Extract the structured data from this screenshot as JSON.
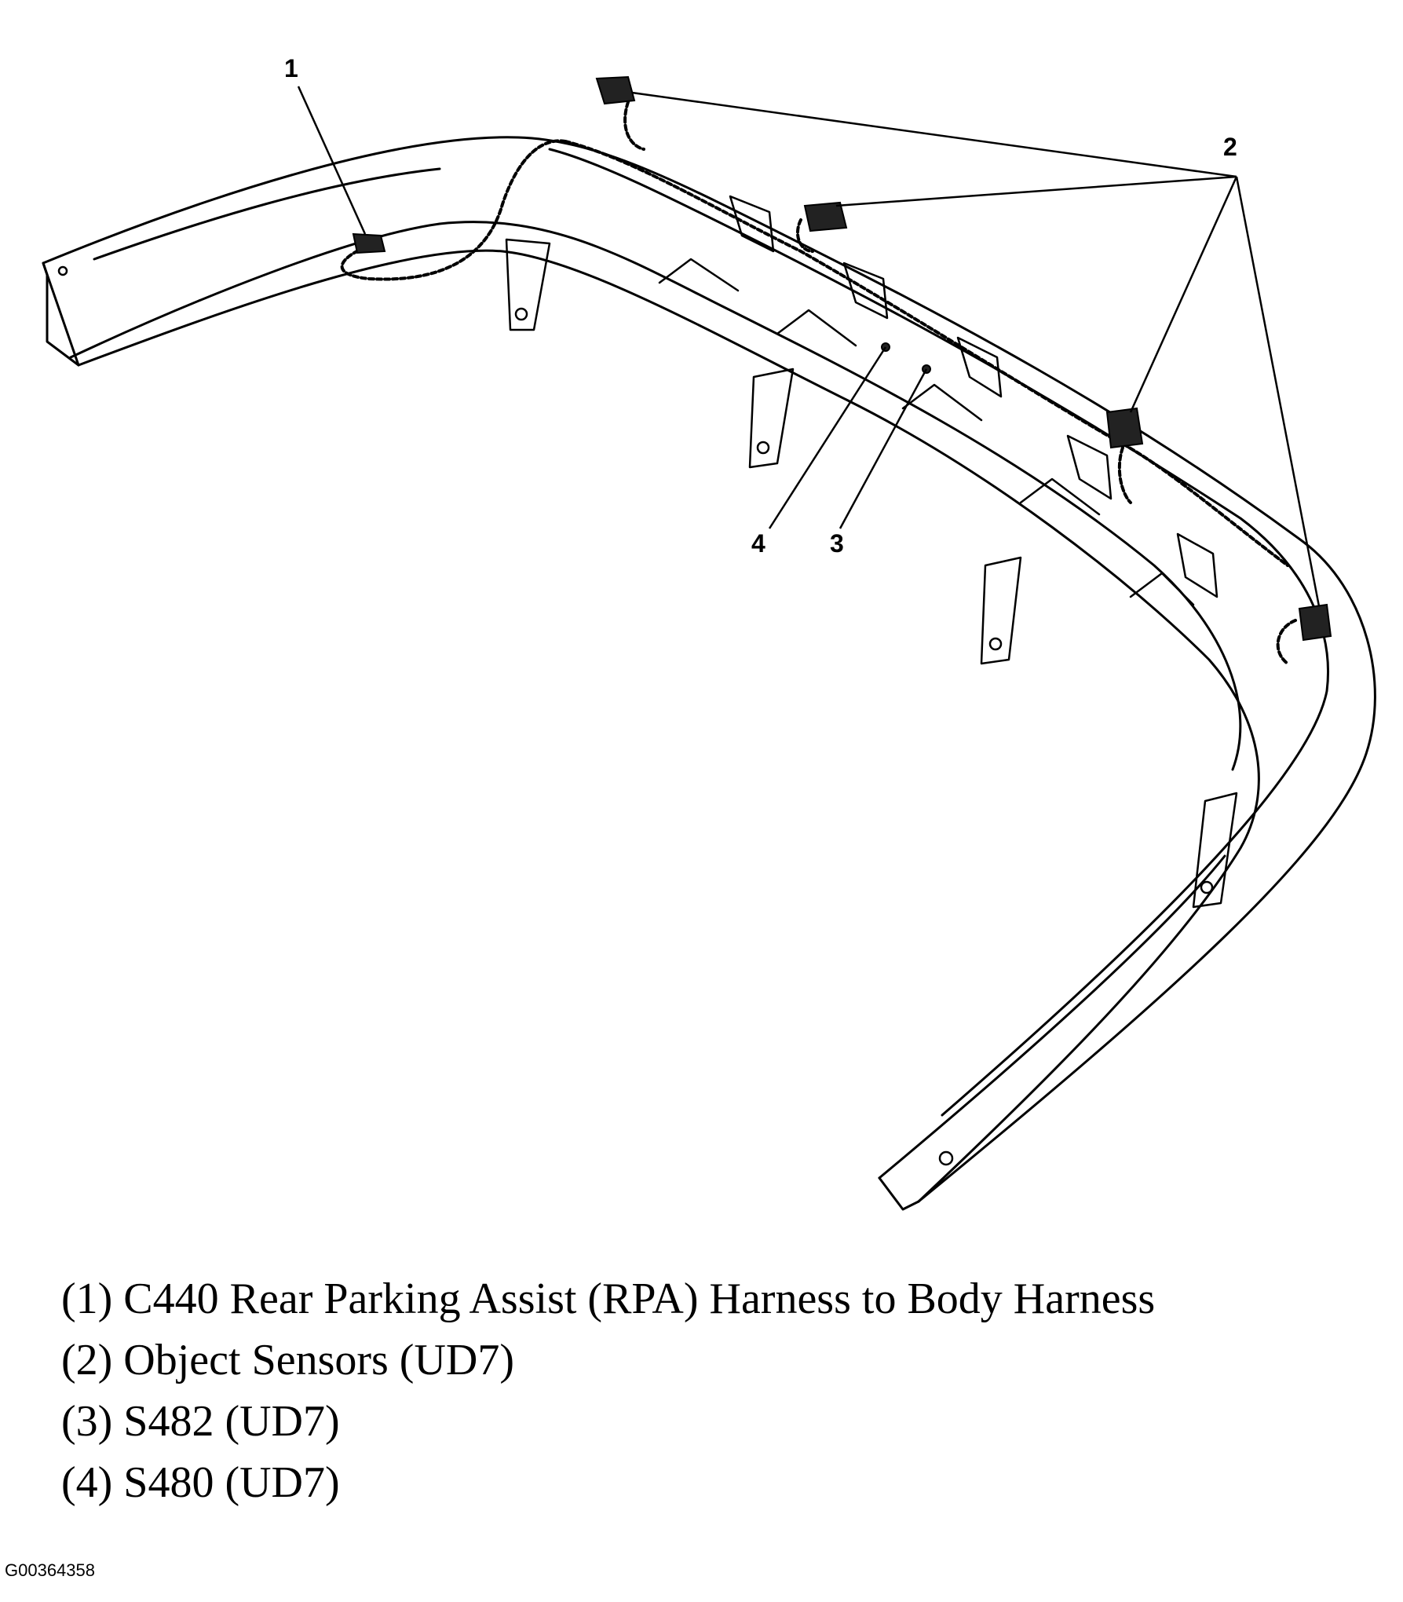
{
  "callouts": {
    "c1": "1",
    "c2": "2",
    "c3": "3",
    "c4": "4"
  },
  "legend": [
    "(1) C440 Rear Parking Assist (RPA) Harness to Body Harness",
    "(2) Object Sensors (UD7)",
    "(3) S482 (UD7)",
    "(4) S480 (UD7)"
  ],
  "figure_id": "G00364358"
}
